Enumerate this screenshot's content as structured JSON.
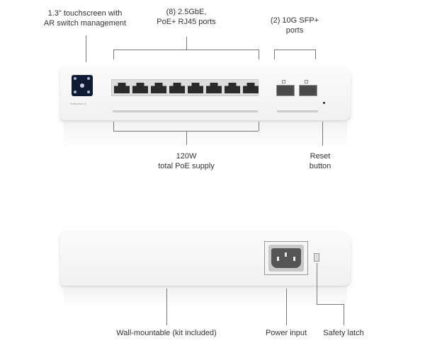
{
  "front": {
    "touchscreen_label": [
      "1.3\" touchscreen with",
      "AR switch management"
    ],
    "rj45_label": [
      "(8) 2.5GbE,",
      "PoE+ RJ45 ports"
    ],
    "sfp_label": [
      "(2) 10G SFP+",
      "ports"
    ],
    "poe_label": [
      "120W",
      "total PoE supply"
    ],
    "reset_label": [
      "Reset",
      "button"
    ],
    "rj45_port_count": 8,
    "sfp_port_count": 2
  },
  "back": {
    "wall_label": "Wall-mountable (kit included)",
    "power_label": "Power input",
    "latch_label": "Safety latch"
  }
}
